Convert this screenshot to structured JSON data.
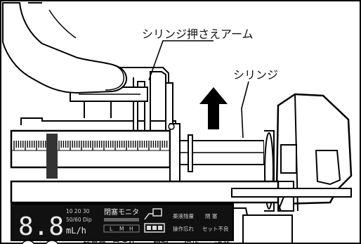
{
  "diagram": {
    "labels": {
      "syringe_clamp_arm": "シリンジ押さえアーム",
      "syringe": "シリンジ"
    },
    "display": {
      "rate_digits": "8.8",
      "rate_options": "10 20 30",
      "drop_setting": "50/60 Dip",
      "unit": "mL/h",
      "occlusion_monitor": "閉塞モニタ",
      "occlusion_levels": [
        "L",
        "M",
        "H"
      ],
      "alarm_remaining": "薬液残量",
      "alarm_occlusion": "閉 塞",
      "alarm_forgot": "操作忘れ",
      "alarm_set_error": "セット不良"
    },
    "bottom_keys": [
      "積算量",
      "早送り",
      "開始",
      "停止",
      "消音"
    ]
  }
}
